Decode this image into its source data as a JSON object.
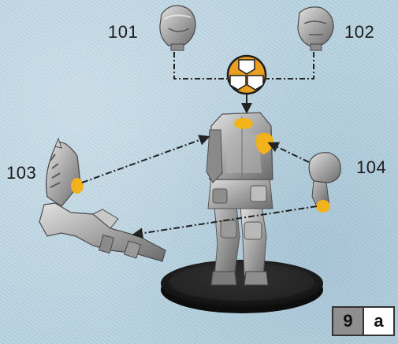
{
  "parts": {
    "p101": "101",
    "p102": "102",
    "p103": "103",
    "p104": "104"
  },
  "step": {
    "number": "9",
    "sub": "a"
  },
  "icons": {
    "glue": "plastic-glue-icon"
  },
  "colors": {
    "background": "#b9d3e1",
    "contact_point": "#f2b21c",
    "glue_icon": "#e8a020",
    "arrow": "#222222",
    "base": "#1f1f1f",
    "plastic": "#a9a9a9"
  }
}
